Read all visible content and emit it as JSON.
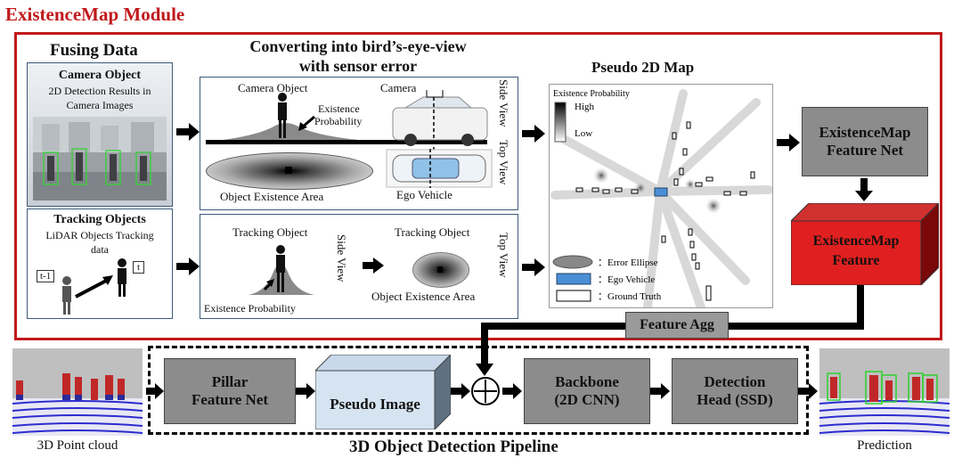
{
  "module_title": "ExistenceMap Module",
  "fusing": {
    "title": "Fusing Data",
    "camera": {
      "title": "Camera Object",
      "desc1": "2D Detection Results in",
      "desc2": "Camera Images"
    },
    "tracking": {
      "title": "Tracking Objects",
      "desc1": "LiDAR Objects Tracking",
      "desc2": "data",
      "t_prev": "t-1",
      "t_now": "t"
    }
  },
  "bev": {
    "title1": "Converting into bird’s-eye-view",
    "title2": "with sensor error",
    "camera_object": "Camera Object",
    "camera": "Camera",
    "existence": "Existence",
    "probability": "Probability",
    "side_view": "Side View",
    "top_view": "Top View",
    "object_existence_area": "Object Existence Area",
    "ego_vehicle": "Ego Vehicle",
    "tracking_object": "Tracking Object",
    "existence_probability": "Existence Probability"
  },
  "pseudo_map": {
    "title": "Pseudo 2D Map",
    "legend_title": "Existence Probability",
    "high": "High",
    "low": "Low",
    "error_ellipse": "：Error Ellipse",
    "ego_vehicle": "：Ego Vehicle",
    "ground_truth": "：Ground Truth"
  },
  "feature_net": {
    "line1": "ExistenceMap",
    "line2": "Feature Net"
  },
  "feature_block": {
    "line1": "ExistenceMap",
    "line2": "Feature"
  },
  "feature_agg": "Feature Agg",
  "pipeline": {
    "title": "3D Object Detection Pipeline",
    "point_cloud": "3D Point cloud",
    "pillar": {
      "line1": "Pillar",
      "line2": "Feature Net"
    },
    "pseudo_image": "Pseudo Image",
    "backbone": {
      "line1": "Backbone",
      "line2": "(2D CNN)"
    },
    "detection": {
      "line1": "Detection",
      "line2": "Head (SSD)"
    },
    "prediction": "Prediction"
  },
  "colors": {
    "module_red": "#c0191c",
    "box_gray": "#8c8c8c",
    "cube_red": "#b40f0f",
    "ego_blue": "#4a8ed6"
  }
}
